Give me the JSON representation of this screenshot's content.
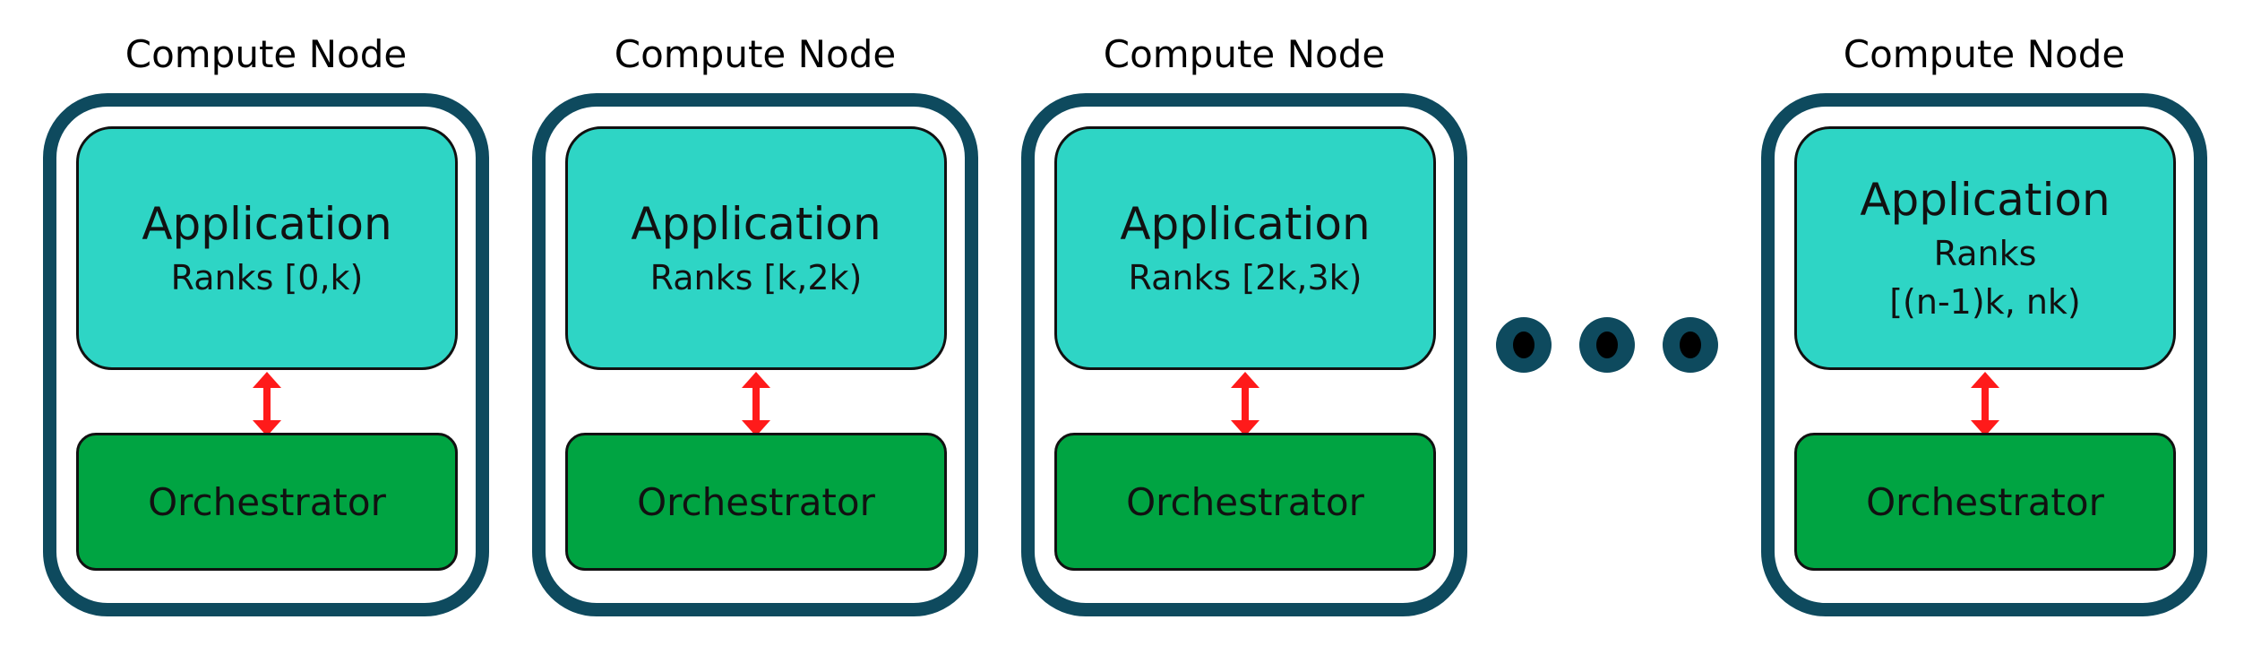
{
  "colors": {
    "frame": "#0e4a5e",
    "application": "#2ed5c5",
    "orchestrator": "#00a442",
    "connector_arrow": "#ff1a1a"
  },
  "nodes": [
    {
      "title": "Compute Node",
      "application_label": "Application",
      "ranks_label": "Ranks [0,k)",
      "orchestrator_label": "Orchestrator"
    },
    {
      "title": "Compute Node",
      "application_label": "Application",
      "ranks_label": "Ranks [k,2k)",
      "orchestrator_label": "Orchestrator"
    },
    {
      "title": "Compute Node",
      "application_label": "Application",
      "ranks_label": "Ranks [2k,3k)",
      "orchestrator_label": "Orchestrator"
    },
    {
      "title": "Compute Node",
      "application_label": "Application",
      "ranks_label": "Ranks",
      "ranks_range": "[(n-1)k, nk)",
      "orchestrator_label": "Orchestrator"
    }
  ],
  "ellipsis_icon": "ellipsis-dots-icon"
}
